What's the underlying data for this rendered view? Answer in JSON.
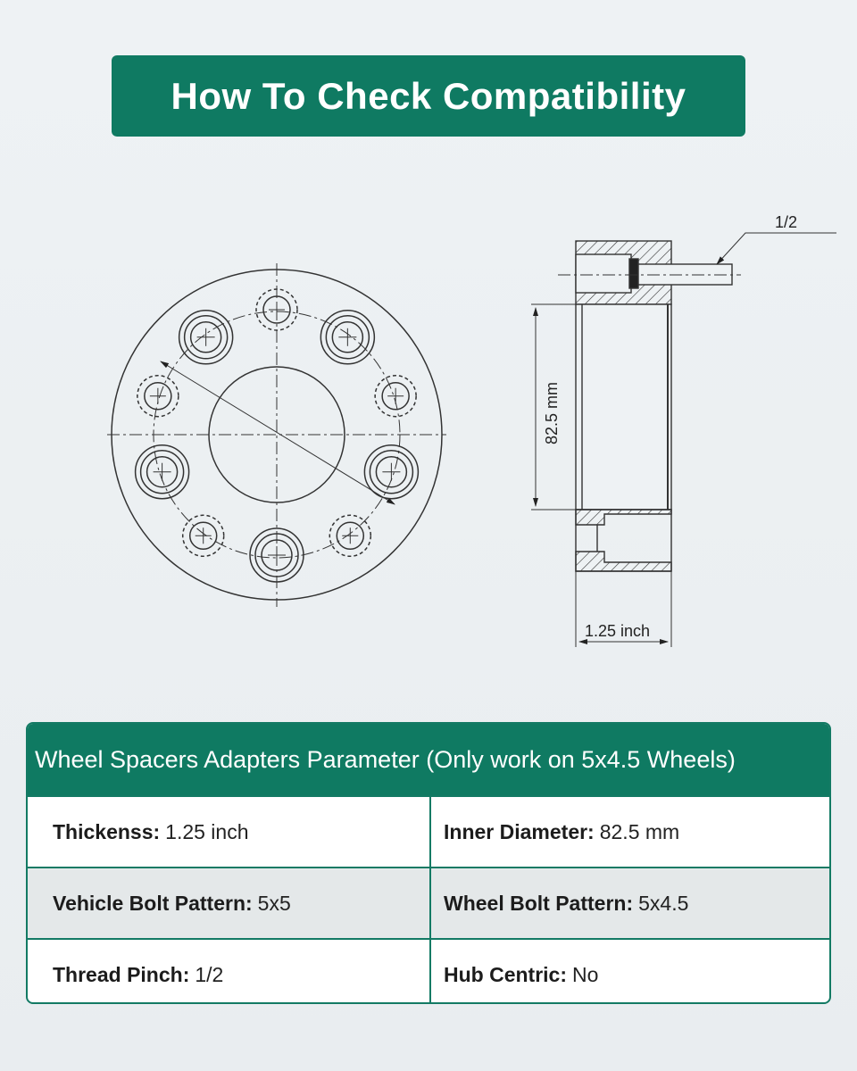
{
  "title": "How To Check Compatibility",
  "drawing": {
    "thread_label": "1/2",
    "inner_diameter_label": "82.5 mm",
    "thickness_label": "1.25 inch"
  },
  "table": {
    "header": "Wheel Spacers Adapters Parameter (Only work on 5x4.5 Wheels)",
    "rows": [
      [
        {
          "label": "Thickenss:",
          "value": "1.25 inch"
        },
        {
          "label": "Inner Diameter:",
          "value": "82.5 mm"
        }
      ],
      [
        {
          "label": "Vehicle Bolt Pattern:",
          "value": "5x5"
        },
        {
          "label": "Wheel Bolt Pattern:",
          "value": "5x4.5"
        }
      ],
      [
        {
          "label": "Thread Pinch:",
          "value": "1/2"
        },
        {
          "label": "Hub Centric:",
          "value": "No"
        }
      ]
    ]
  },
  "colors": {
    "accent": "#0f7a62"
  }
}
